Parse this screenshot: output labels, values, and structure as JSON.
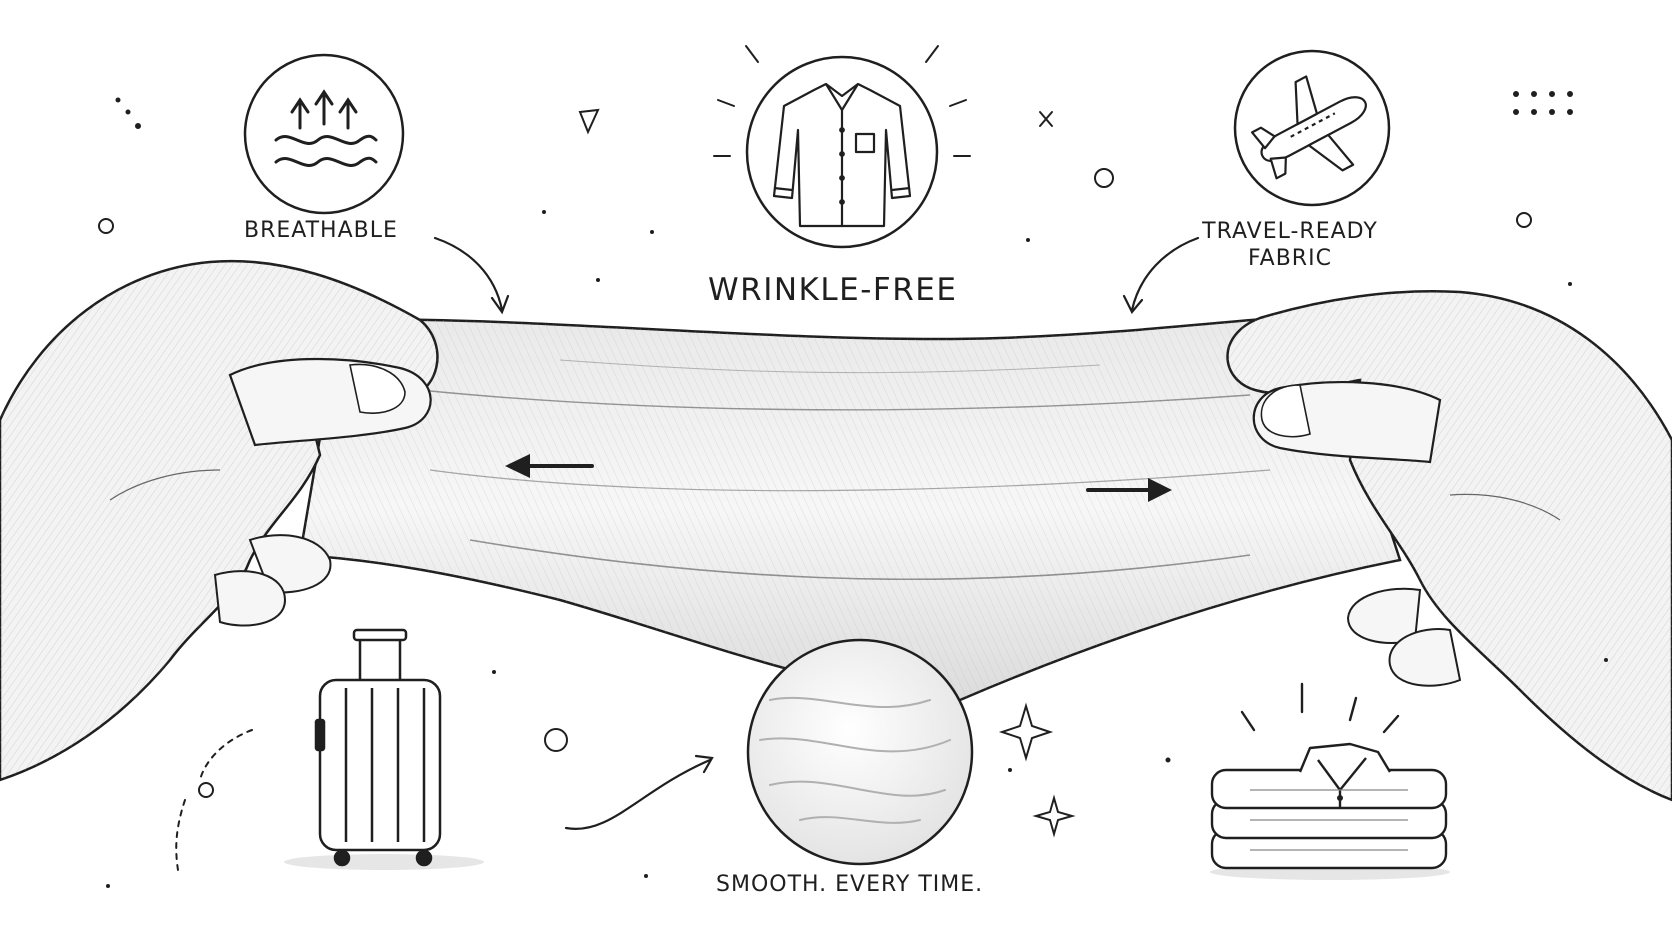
{
  "labels": {
    "breathable": "BREATHABLE",
    "wrinkle_free": "WRINKLE-FREE",
    "travel_line1": "TRAVEL-READY",
    "travel_line2": "FABRIC",
    "smooth": "SMOOTH. EVERY TIME."
  },
  "colors": {
    "ink": "#1f1f1f",
    "paper": "#ffffff",
    "shade": "#cfcfcf"
  },
  "icons": {
    "breathable": "air-flow-waves-icon",
    "wrinkle_free": "shirt-icon",
    "travel": "airplane-icon",
    "smooth": "fabric-closeup-icon",
    "luggage": "suitcase-icon",
    "folded": "folded-shirts-icon"
  }
}
